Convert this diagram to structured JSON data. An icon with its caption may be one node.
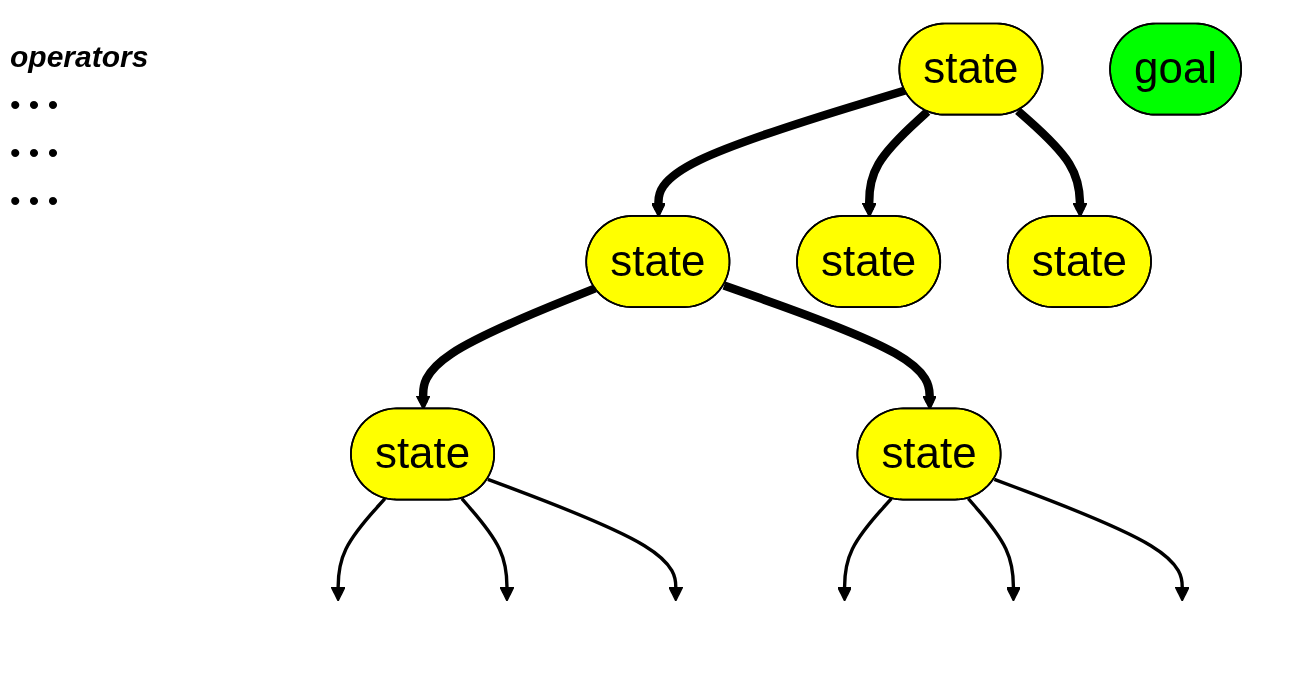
{
  "diagram": {
    "nodes": [
      {
        "text": [
          "state"
        ]
      },
      {
        "text": [
          "state"
        ]
      },
      {
        "text": [
          "state"
        ]
      },
      {
        "text": [
          "state"
        ]
      },
      {
        "text": [
          "state"
        ]
      },
      {
        "text": [
          "state"
        ]
      },
      {
        "text": [
          "goal"
        ]
      }
    ],
    "edges": [
      {
        "from": 0,
        "to": 1,
        "arrow": "to",
        "style": "thick"
      },
      {
        "from": 0,
        "to": 2,
        "arrow": "to",
        "style": "thick"
      },
      {
        "from": 0,
        "to": 3,
        "arrow": "to",
        "style": "thick"
      },
      {
        "from": 1,
        "to": 4,
        "arrow": "to",
        "style": "thick"
      },
      {
        "from": 1,
        "to": 5,
        "arrow": "to",
        "style": "thick"
      },
      {
        "from": 4,
        "to": null,
        "arrow": "to"
      },
      {
        "from": 4,
        "to": null,
        "arrow": "to"
      },
      {
        "from": 4,
        "to": null,
        "arrow": "to"
      },
      {
        "from": 5,
        "to": null,
        "arrow": "to"
      },
      {
        "from": 5,
        "to": null,
        "arrow": "to"
      },
      {
        "from": 5,
        "to": null,
        "arrow": "to"
      }
    ],
    "labels": [
      "operators",
      "• • •",
      "• • •",
      "• • •"
    ]
  }
}
